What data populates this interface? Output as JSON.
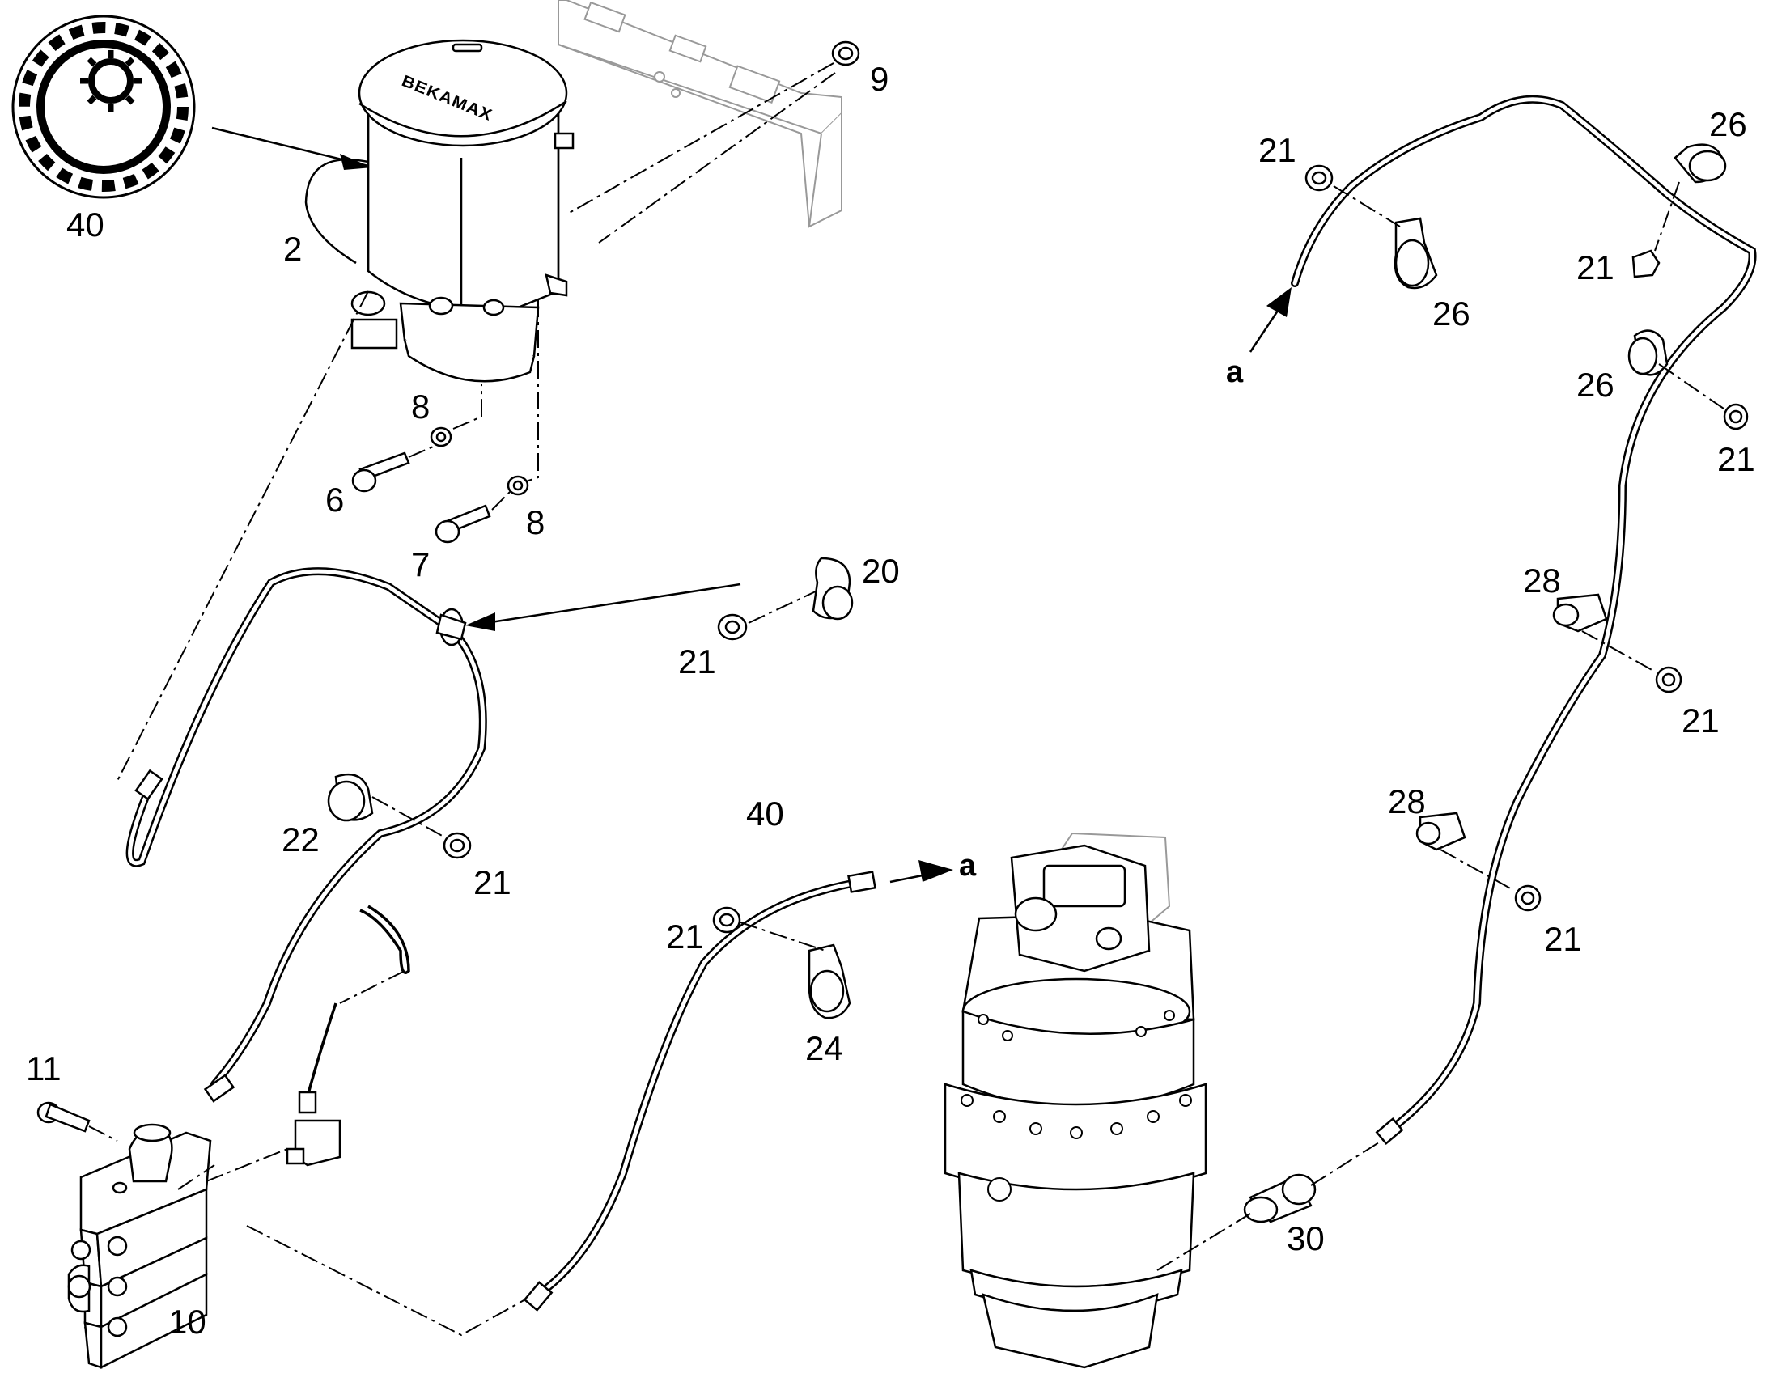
{
  "labels": {
    "p40_top": "40",
    "p2": "2",
    "p9": "9",
    "p8_a": "8",
    "p6": "6",
    "p8_b": "8",
    "p7": "7",
    "p20": "20",
    "p21_mid": "21",
    "p22": "22",
    "p21_left": "21",
    "p11": "11",
    "p10": "10",
    "p40_mid": "40",
    "p21_c": "21",
    "p24": "24",
    "p30": "30",
    "p21_tr1": "21",
    "p26_tr1": "26",
    "p26_tr2": "26",
    "p21_tr2": "21",
    "p26_tr3": "26",
    "p21_tr3": "21",
    "p28_a": "28",
    "p21_r1": "21",
    "p28_b": "28",
    "p21_r2": "21",
    "a_top": "a",
    "a_mid": "a"
  },
  "pump_brand": "BEKAMAX"
}
